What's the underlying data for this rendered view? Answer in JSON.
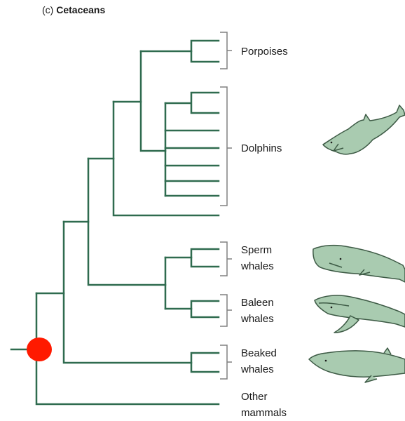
{
  "figure": {
    "part": "(c)",
    "title": "Cetaceans"
  },
  "clades": {
    "porpoises": "Porpoises",
    "dolphins": "Dolphins",
    "sperm_line1": "Sperm",
    "sperm_line2": "whales",
    "baleen_line1": "Baleen",
    "baleen_line2": "whales",
    "beaked_line1": "Beaked",
    "beaked_line2": "whales",
    "other_line1": "Other",
    "other_line2": "mammals"
  },
  "colors": {
    "branch": "#2f6b4f",
    "bracket": "#808080",
    "root_marker": "#ff1a00",
    "animal_fill": "#a9cbb0",
    "animal_stroke": "#3d5a45"
  },
  "icons": [
    "dolphin-icon",
    "sperm-whale-icon",
    "humpback-whale-icon",
    "beaked-whale-icon"
  ]
}
